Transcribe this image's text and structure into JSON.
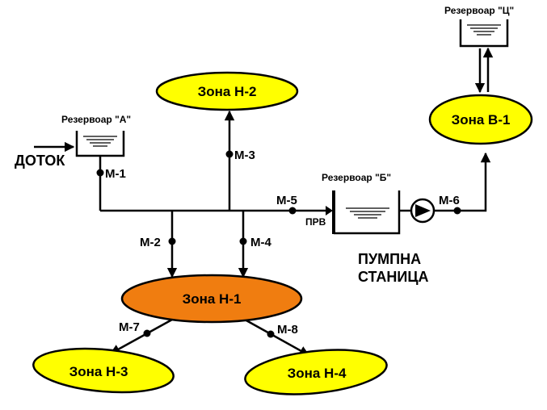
{
  "colors": {
    "zone_yellow": "#ffff00",
    "zone_orange": "#f07d10",
    "line": "#000000",
    "background": "#ffffff"
  },
  "zones": {
    "n2": "Зона Н-2",
    "n1": "Зона Н-1",
    "n3": "Зона Н-3",
    "n4": "Зона Н-4",
    "v1": "Зона В-1"
  },
  "reservoirs": {
    "a": "Резервоар \"А\"",
    "b": "Резервоар \"Б\"",
    "c": "Резервоар \"Ц\""
  },
  "meters": {
    "m1": "М-1",
    "m2": "М-2",
    "m3": "М-3",
    "m4": "М-4",
    "m5": "М-5",
    "m6": "М-6",
    "m7": "М-7",
    "m8": "М-8"
  },
  "labels": {
    "inflow": "ДОТОК",
    "prv": "ПРВ",
    "pump_station_line1": "ПУМПНА",
    "pump_station_line2": "СТАНИЦА"
  },
  "icons": [
    "arrow-icon",
    "meter-dot-icon",
    "pump-icon",
    "prv-valve-icon",
    "water-level-icon"
  ]
}
